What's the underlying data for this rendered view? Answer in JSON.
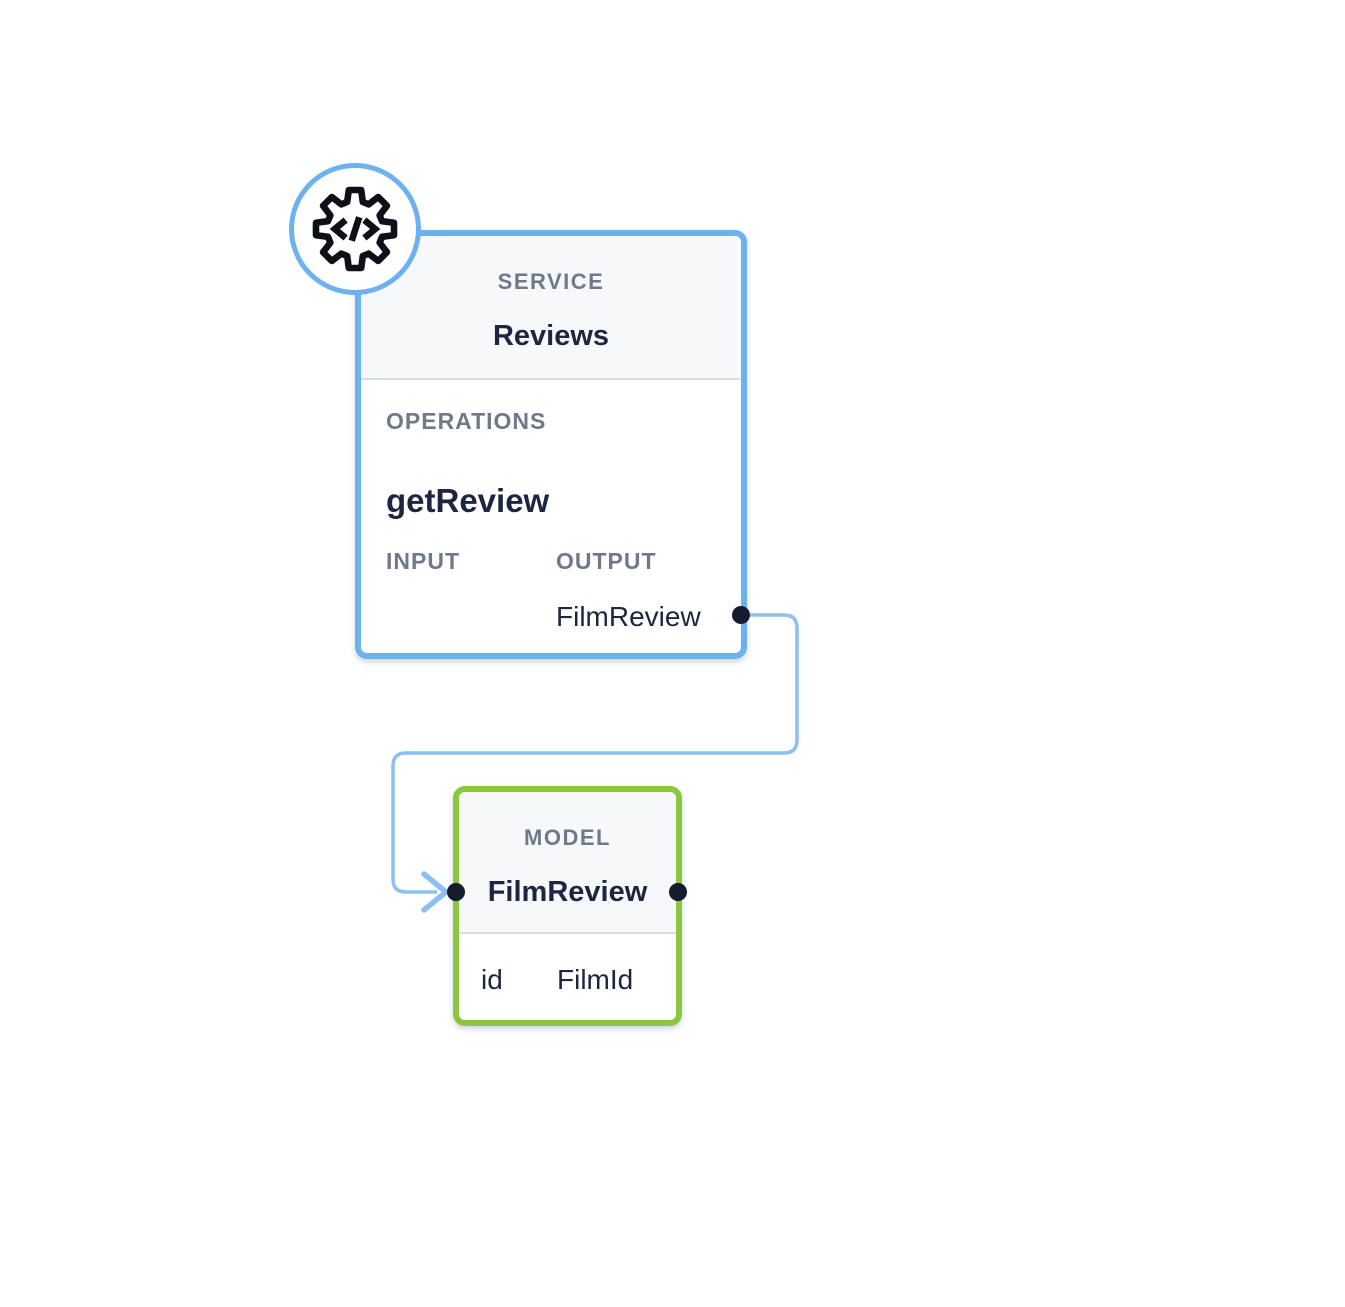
{
  "service_card": {
    "kind_label": "SERVICE",
    "title": "Reviews",
    "section_label": "OPERATIONS",
    "operations": [
      {
        "name": "getReview",
        "input_label": "INPUT",
        "output_label": "OUTPUT",
        "input_type": "",
        "output_type": "FilmReview"
      }
    ]
  },
  "model_card": {
    "kind_label": "MODEL",
    "title": "FilmReview",
    "fields": [
      {
        "name": "id",
        "type": "FilmId"
      }
    ]
  },
  "icons": {
    "service_badge": "gear-code-icon"
  },
  "edges": [
    {
      "from": "Reviews.getReview.output.FilmReview",
      "to": "FilmReview"
    }
  ],
  "colors": {
    "service_border": "#6cb1f0",
    "model_border": "#8cc63f",
    "connector": "#8bc0f0",
    "header_bg": "#f6f8fa",
    "divider": "#d9dee6",
    "label_gray": "#6e7a8a",
    "text_navy": "#1d2540",
    "port_dot": "#161c2e",
    "canvas_bg": "#ffffff"
  }
}
